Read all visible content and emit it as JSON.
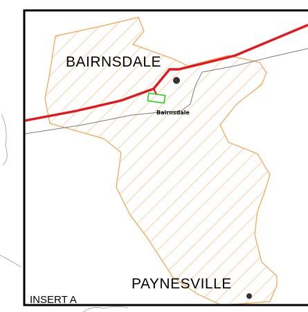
{
  "map": {
    "labels": {
      "bairnsdale": "BAIRNSDALE",
      "bairnsdale_site": "Bairnsdale",
      "paynesville": "PAYNESVILLE",
      "insert": "INSERT A"
    },
    "colors": {
      "boundary": "#f5a24a",
      "hatch": "#f5b06a",
      "highway": "#e8141a",
      "railway": "#7a7a7a",
      "site_marker": "#22d01e",
      "frame": "#000000",
      "town_dot": "#333333"
    },
    "features": {
      "boundary_area": "hatched-boundary",
      "highway": "highway-line",
      "railway": "railway-line",
      "site": "site-rectangle",
      "towns": [
        "bairnsdale-town-dot",
        "paynesville-town-dot"
      ]
    }
  }
}
